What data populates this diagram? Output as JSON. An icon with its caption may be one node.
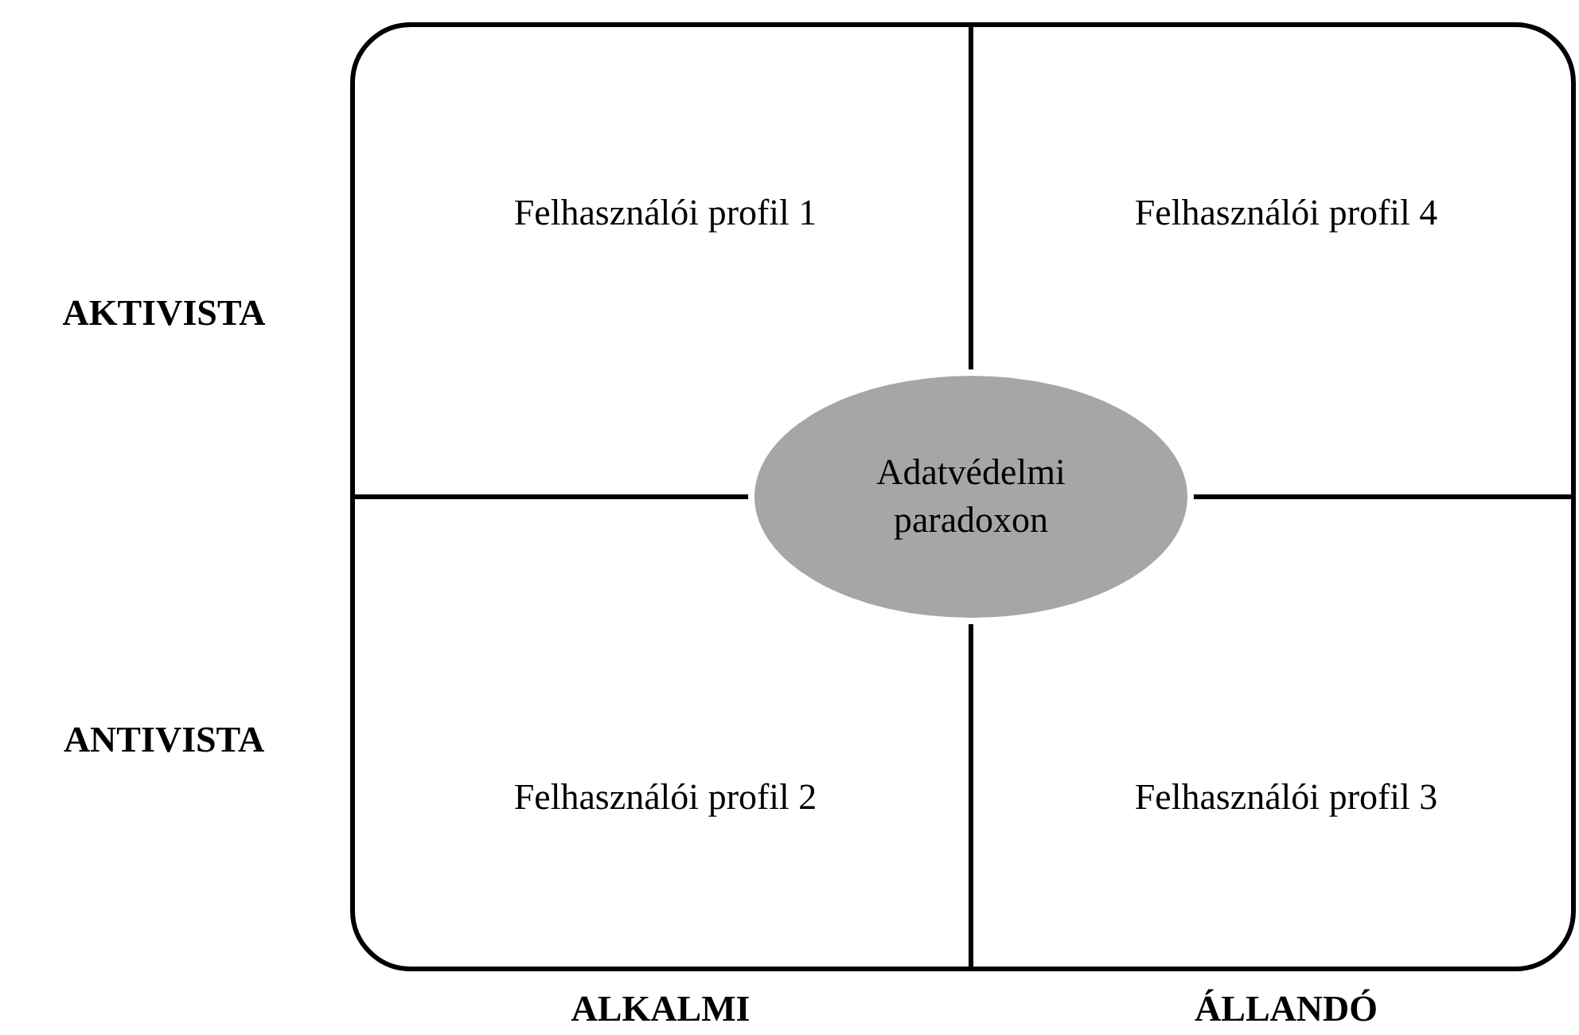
{
  "diagram": {
    "nodes": [
      {
        "text": [],
        "shape": "box"
      },
      {
        "text": [
          "Felhasználói profil 1"
        ],
        "in": 0
      },
      {
        "text": [
          "Felhasználói profil 4"
        ],
        "in": 0
      },
      {
        "text": [
          "Adatvédelmi paradoxon"
        ],
        "in": 0
      },
      {
        "text": [
          "Felhasználói profil 2"
        ],
        "in": 0
      },
      {
        "text": [
          "Felhasználói profil 3"
        ],
        "in": 0
      }
    ],
    "labels": [
      "AKTIVISTA",
      "ANTIVISTA",
      "ALKALMI",
      "ÁLLANDÓ"
    ]
  }
}
